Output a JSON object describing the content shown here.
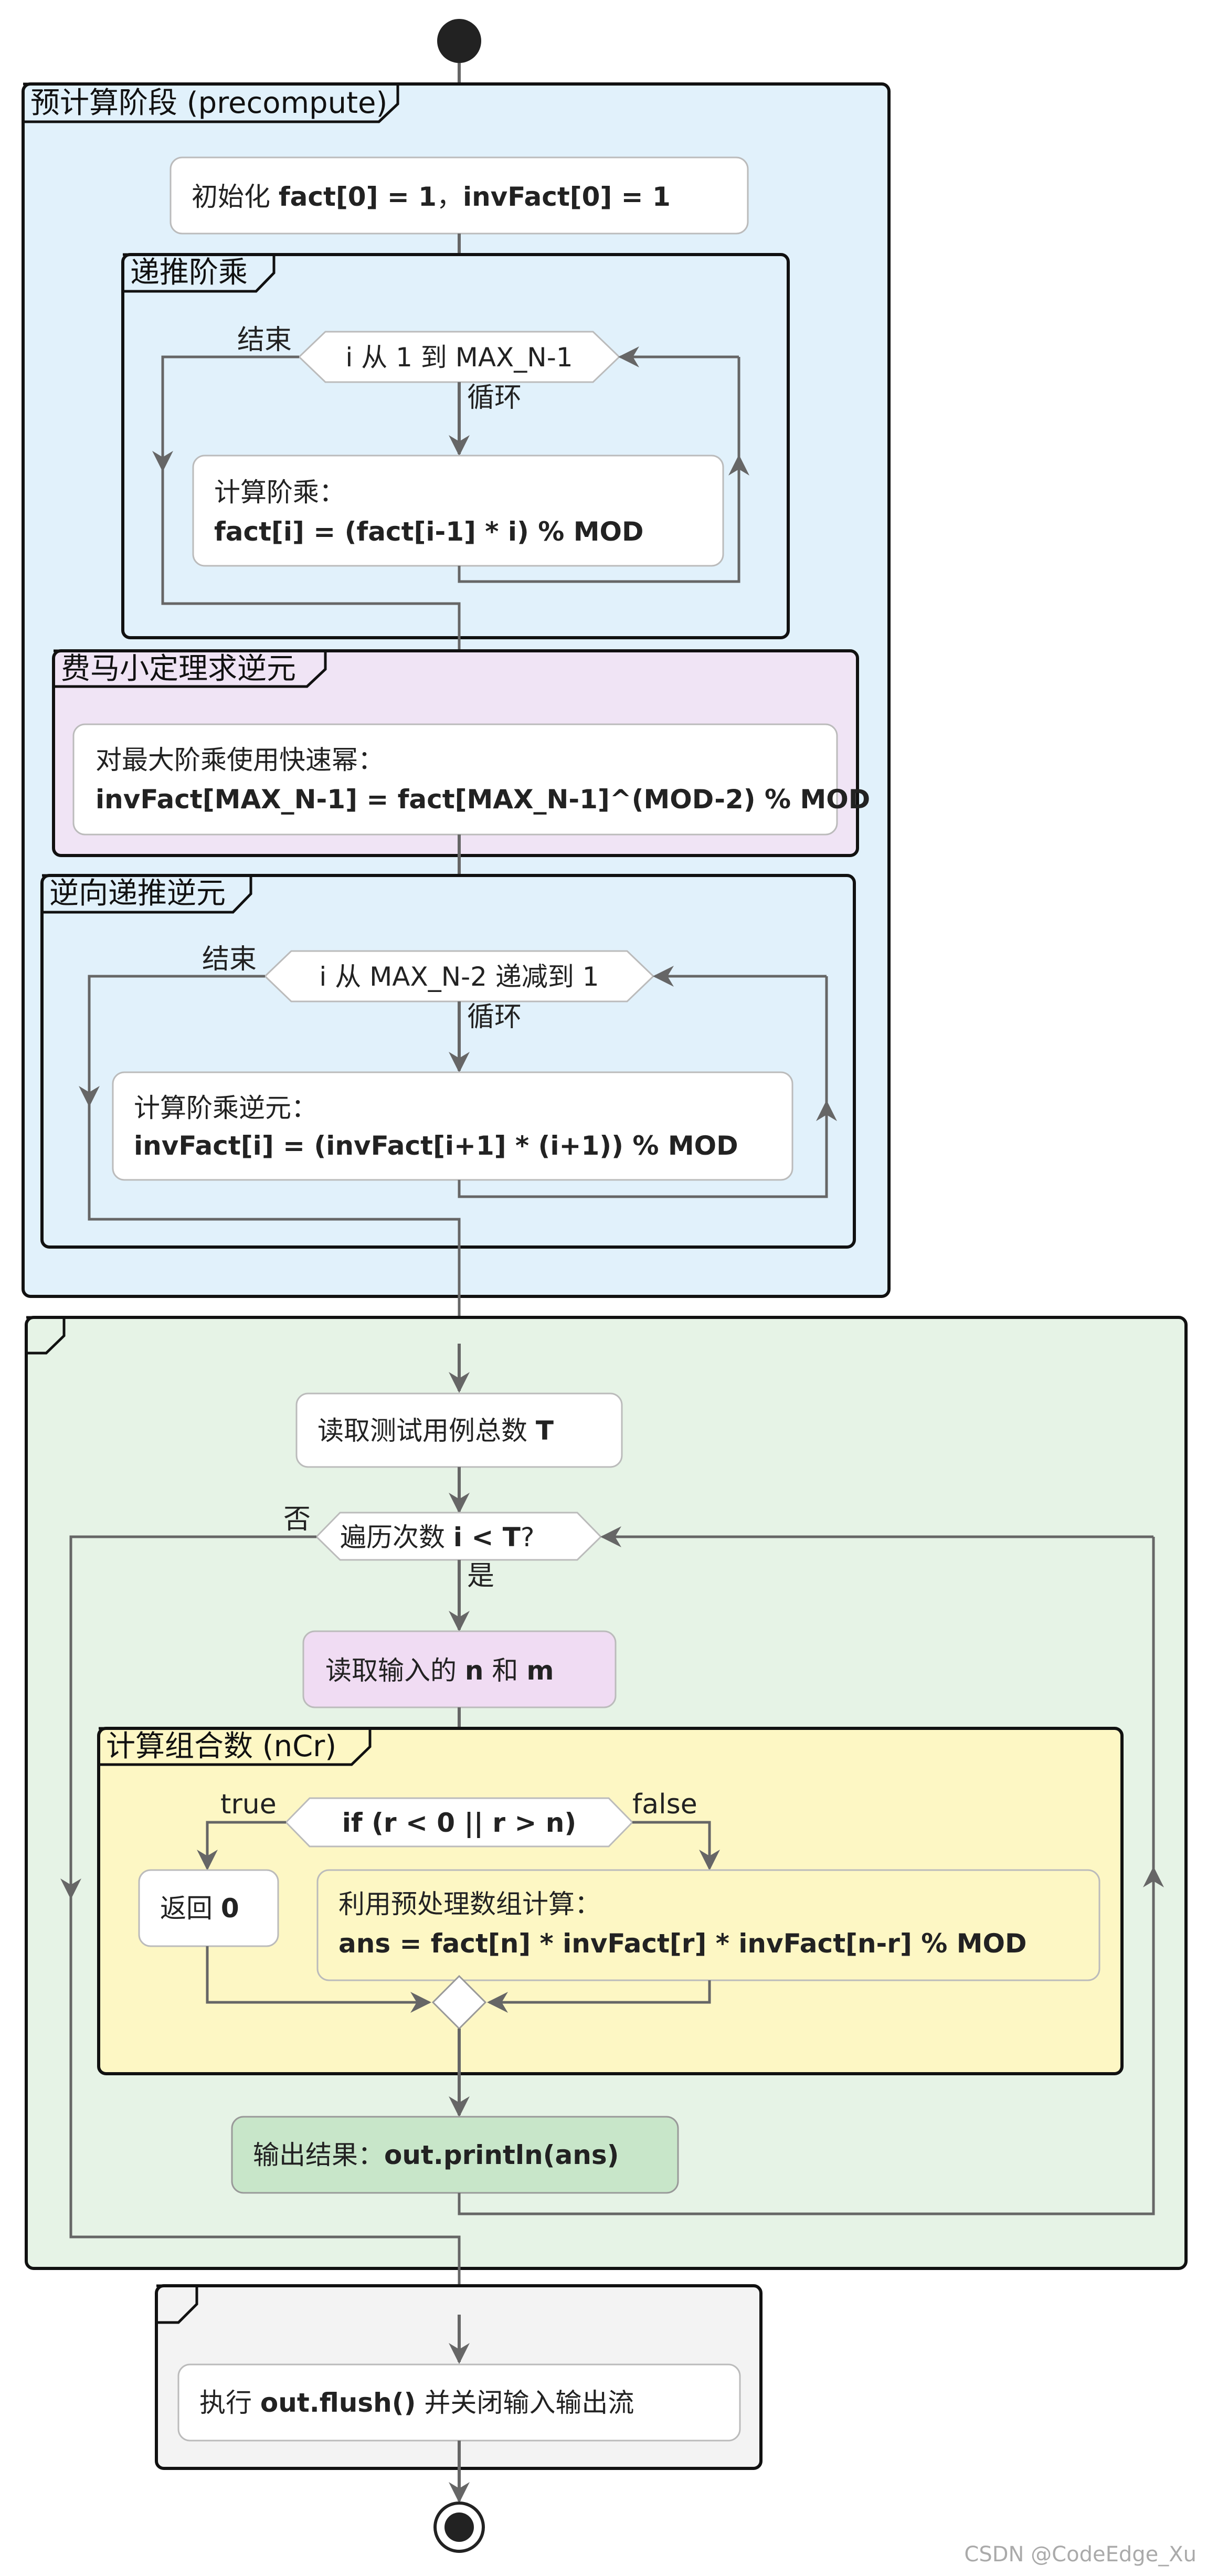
{
  "precompute": {
    "title": "预计算阶段 (precompute)",
    "init": {
      "pre": "初始化 ",
      "fact": "fact[0] = 1",
      "sep": "，",
      "inv": "invFact[0] = 1"
    },
    "fact_group": {
      "title": "递推阶乘",
      "loop_cond": "i 从 1 到 MAX_N-1",
      "loop_yes": "循环",
      "loop_end": "结束",
      "body_line1": "计算阶乘：",
      "body_line2": "fact[i] = (fact[i-1] * i) % MOD"
    },
    "fermat_group": {
      "title": "费马小定理求逆元",
      "line1": "对最大阶乘使用快速幂：",
      "line2": "invFact[MAX_N-1] = fact[MAX_N-1]^(MOD-2) % MOD"
    },
    "inv_group": {
      "title": "逆向递推逆元",
      "loop_cond": "i 从 MAX_N-2 递减到 1",
      "loop_yes": "循环",
      "loop_end": "结束",
      "body_line1": "计算阶乘逆元：",
      "body_line2": "invFact[i] = (invFact[i+1] * (i+1)) % MOD"
    }
  },
  "main": {
    "read_t": {
      "pre": "读取测试用例总数 ",
      "var": "T"
    },
    "loop": {
      "pre": "遍历次数 ",
      "cond": "i < T",
      "post": "?",
      "yes": "是",
      "no": "否"
    },
    "read_nm": {
      "pre": "读取输入的 ",
      "n": "n",
      "and": " 和 ",
      "m": "m"
    },
    "ncr_group": {
      "title": "计算组合数 (nCr)",
      "if_cond": "if (r < 0 || r > n)",
      "true": "true",
      "false": "false",
      "ret_pre": "返回 ",
      "ret_val": "0",
      "calc_line1": "利用预处理数组计算：",
      "calc_line2": "ans = fact[n] * invFact[r] * invFact[n-r] % MOD"
    },
    "output": {
      "pre": "输出结果：",
      "code": "out.println(ans)"
    }
  },
  "finish": {
    "pre": "执行 ",
    "code": "out.flush()",
    "post": " 并关闭输入输出流"
  },
  "watermark": "CSDN @CodeEdge_Xu",
  "colors": {
    "blue_group": "#e1f1fb",
    "purple_group": "#f0e4f5",
    "green_group": "#e6f3e6",
    "yellow_group": "#fdf7c4",
    "gray_group": "#f3f3f3",
    "purple_node": "#f0dcf3",
    "green_node": "#c8e6c9",
    "yellow_node": "#fdf7c4",
    "arrow": "#666666"
  }
}
